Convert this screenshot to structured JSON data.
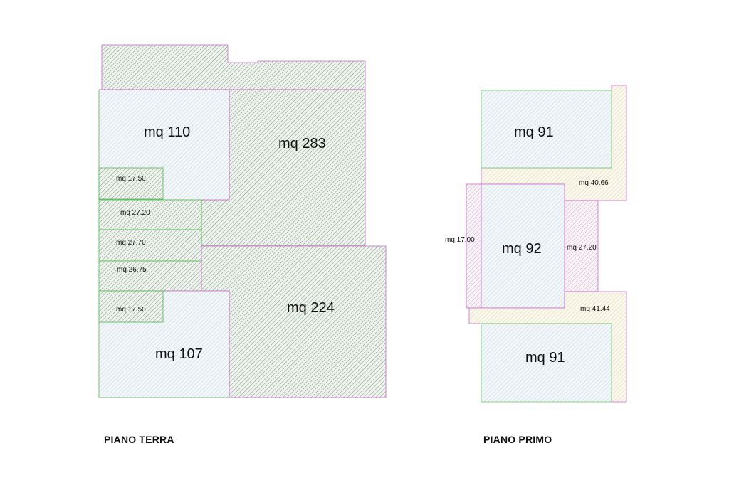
{
  "floors": {
    "ground": {
      "title": "PIANO TERRA",
      "areas": {
        "a110": "mq 110",
        "a283": "mq 283",
        "a1750_top": "mq 17.50",
        "a2720": "mq 27.20",
        "a2770": "mq 27.70",
        "a2675": "mq 26.75",
        "a1750_bottom": "mq 17.50",
        "a107": "mq 107",
        "a224": "mq 224"
      }
    },
    "first": {
      "title": "PIANO PRIMO",
      "areas": {
        "a91_top": "mq 91",
        "a4066": "mq 40.66",
        "a1700": "mq 17.00",
        "a92": "mq 92",
        "a2720": "mq 27.20",
        "a4144": "mq 41.44",
        "a91_bottom": "mq 91"
      }
    }
  },
  "colors": {
    "hatch_green": "#dde6dd",
    "hatch_blue": "#e2ecf3",
    "hatch_beige": "#f6f0dc",
    "hatch_pink": "#f0e2ec",
    "line_green": "#7fd07f",
    "line_magenta": "#d070d0"
  }
}
